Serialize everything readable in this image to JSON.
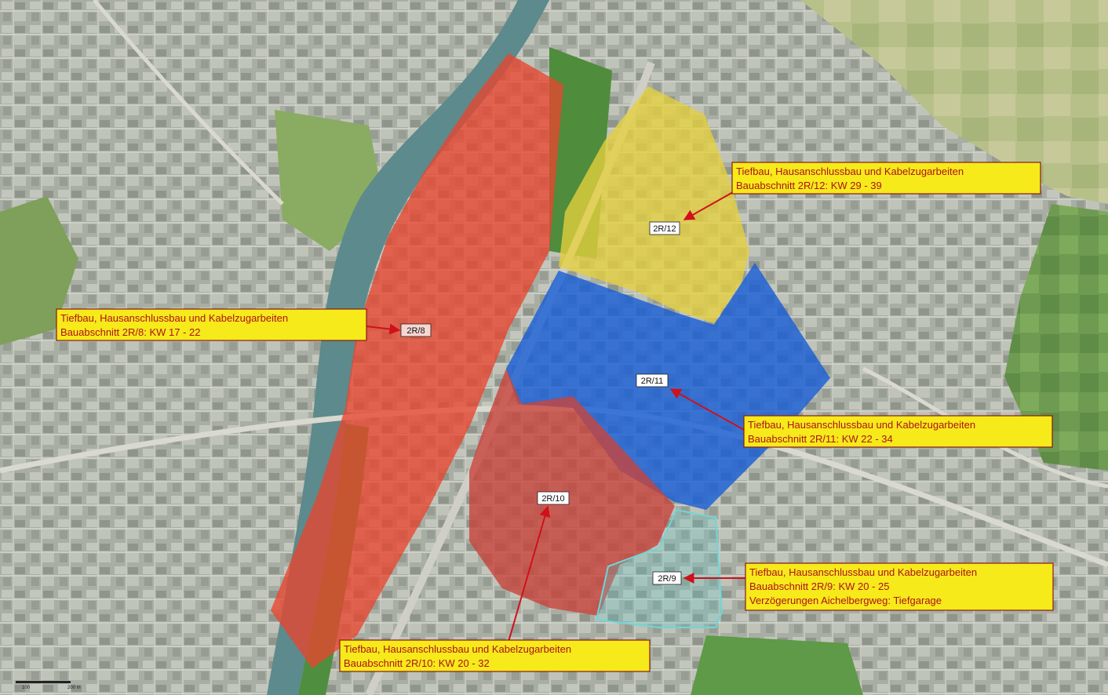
{
  "colors": {
    "zone_red": "#e8452f",
    "zone_yellow": "#e6cf3e",
    "zone_blue": "#1a5fd6",
    "zone_maroon": "#c8433c",
    "zone_cyan": "#5fc4c4",
    "callout_fill": "#f6ea1a",
    "callout_text": "#b0101a",
    "arrow": "#d0101a"
  },
  "zones": [
    {
      "id": "zone-2r8",
      "label": "2R/8",
      "color_key": "zone_red"
    },
    {
      "id": "zone-2r12",
      "label": "2R/12",
      "color_key": "zone_yellow"
    },
    {
      "id": "zone-2r11",
      "label": "2R/11",
      "color_key": "zone_blue"
    },
    {
      "id": "zone-2r10",
      "label": "2R/10",
      "color_key": "zone_maroon"
    },
    {
      "id": "zone-2r9",
      "label": "2R/9",
      "color_key": "zone_cyan"
    }
  ],
  "callouts": {
    "c2r8": {
      "line1": "Tiefbau, Hausanschlussbau und Kabelzugarbeiten",
      "line2": "Bauabschnitt 2R/8: KW 17 - 22"
    },
    "c2r12": {
      "line1": "Tiefbau, Hausanschlussbau und Kabelzugarbeiten",
      "line2": "Bauabschnitt 2R/12: KW 29 - 39"
    },
    "c2r11": {
      "line1": "Tiefbau, Hausanschlussbau und Kabelzugarbeiten",
      "line2": "Bauabschnitt 2R/11: KW 22 - 34"
    },
    "c2r9": {
      "line1": "Tiefbau, Hausanschlussbau und Kabelzugarbeiten",
      "line2": "Bauabschnitt 2R/9: KW 20 - 25",
      "line3": "Verzögerungen Aichelbergweg: Tiefgarage"
    },
    "c2r10": {
      "line1": "Tiefbau, Hausanschlussbau und Kabelzugarbeiten",
      "line2": "Bauabschnitt 2R/10: KW 20 - 32"
    }
  },
  "scale_bar": {
    "label_left": "100",
    "label_right": "200 m"
  }
}
